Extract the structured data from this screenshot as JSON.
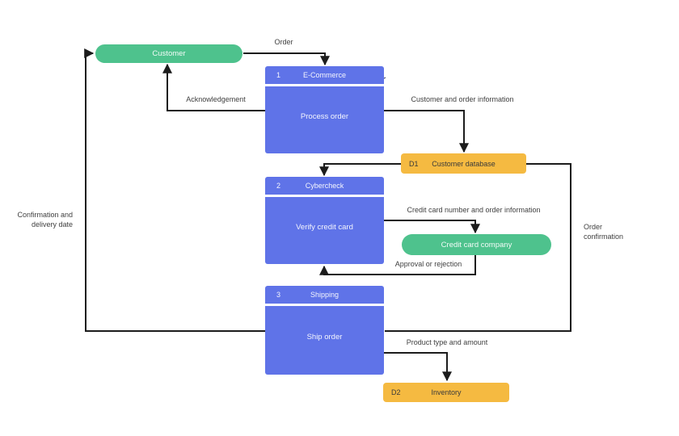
{
  "diagram": {
    "type": "data-flow-diagram",
    "colors": {
      "process": "#5F73E8",
      "entity": "#4EC28D",
      "store": "#F5BA41",
      "line": "#1C1C1C",
      "label": "#3F3F3F",
      "node_text": "#FFFFFF",
      "store_text": "#3A3A3A",
      "background": "#FFFFFF",
      "separator": "#FFFFFF"
    },
    "entities": [
      {
        "label": "Customer"
      },
      {
        "label": "Credit card company"
      }
    ],
    "processes": [
      {
        "number": "1",
        "title": "E-Commerce",
        "action": "Process order"
      },
      {
        "number": "2",
        "title": "Cybercheck",
        "action": "Verify credit card"
      },
      {
        "number": "3",
        "title": "Shipping",
        "action": "Ship order"
      }
    ],
    "data_stores": [
      {
        "id": "D1",
        "label": "Customer database"
      },
      {
        "id": "D2",
        "label": "Inventory"
      }
    ],
    "flow_labels": {
      "order": "Order",
      "acknowledgement": "Acknowledgement",
      "customer_order_info": "Customer and order information",
      "cc_number_order_info": "Credit card number and order information",
      "approval": "Approval or rejection",
      "order_confirmation": "Order confirmation",
      "confirmation_delivery": "Confirmation and delivery date",
      "product_type_amount": "Product type and amount"
    }
  }
}
